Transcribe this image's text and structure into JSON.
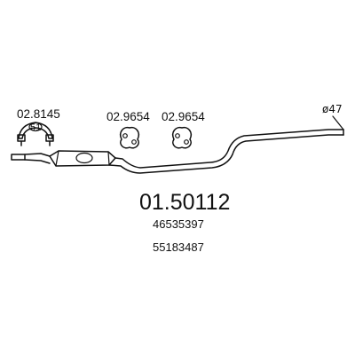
{
  "parts": {
    "clamp": {
      "code": "02.8145",
      "size": "51"
    },
    "hanger_1": {
      "code": "02.9654"
    },
    "hanger_2": {
      "code": "02.9654"
    }
  },
  "outlet_diameter": "ø47",
  "product": {
    "code": "01.50112",
    "oem_numbers": [
      "46535397",
      "55183487"
    ]
  }
}
